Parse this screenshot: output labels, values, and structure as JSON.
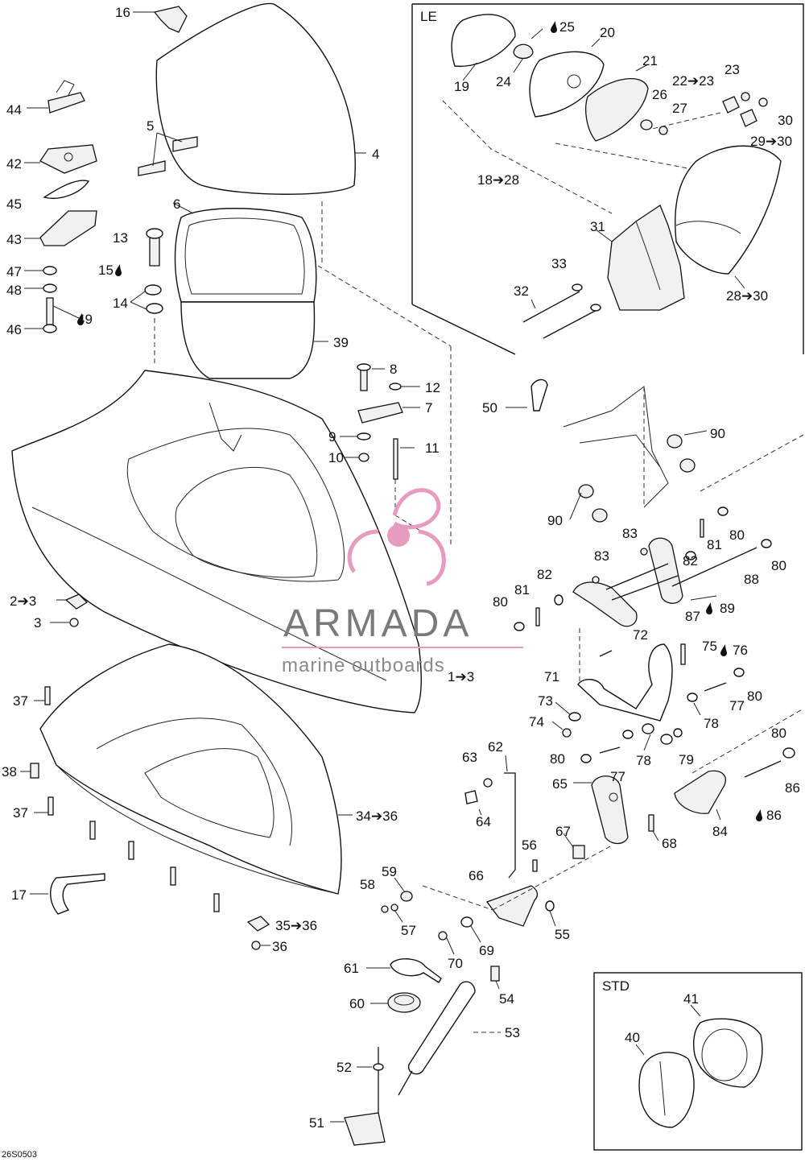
{
  "diagram": {
    "doc_code": "26S0503",
    "boxes": {
      "le": "LE",
      "std": "STD"
    },
    "watermark": {
      "brand": "ARMADA",
      "tagline": "marine outboards",
      "color": "#e79bbf"
    },
    "callouts": [
      {
        "id": "c16",
        "text": "16"
      },
      {
        "id": "c44",
        "text": "44"
      },
      {
        "id": "c42",
        "text": "42"
      },
      {
        "id": "c45",
        "text": "45"
      },
      {
        "id": "c43",
        "text": "43"
      },
      {
        "id": "c47",
        "text": "47"
      },
      {
        "id": "c48",
        "text": "48"
      },
      {
        "id": "c46",
        "text": "46"
      },
      {
        "id": "c49",
        "text": "49"
      },
      {
        "id": "c5",
        "text": "5"
      },
      {
        "id": "c4",
        "text": "4"
      },
      {
        "id": "c6",
        "text": "6"
      },
      {
        "id": "c13",
        "text": "13"
      },
      {
        "id": "c15",
        "text": "15"
      },
      {
        "id": "c14",
        "text": "14"
      },
      {
        "id": "c39",
        "text": "39"
      },
      {
        "id": "c8",
        "text": "8"
      },
      {
        "id": "c12",
        "text": "12"
      },
      {
        "id": "c7",
        "text": "7"
      },
      {
        "id": "c9",
        "text": "9"
      },
      {
        "id": "c10",
        "text": "10"
      },
      {
        "id": "c11",
        "text": "11"
      },
      {
        "id": "c2_3",
        "text": "2➔3"
      },
      {
        "id": "c3",
        "text": "3"
      },
      {
        "id": "c1_3",
        "text": "1➔3"
      },
      {
        "id": "c37a",
        "text": "37"
      },
      {
        "id": "c38",
        "text": "38"
      },
      {
        "id": "c37b",
        "text": "37"
      },
      {
        "id": "c34_36",
        "text": "34➔36"
      },
      {
        "id": "c17",
        "text": "17"
      },
      {
        "id": "c35_36",
        "text": "35➔36"
      },
      {
        "id": "c36",
        "text": "36"
      },
      {
        "id": "c25",
        "text": "25"
      },
      {
        "id": "c20",
        "text": "20"
      },
      {
        "id": "c19",
        "text": "19"
      },
      {
        "id": "c24",
        "text": "24"
      },
      {
        "id": "c21",
        "text": "21"
      },
      {
        "id": "c22_23",
        "text": "22➔23"
      },
      {
        "id": "c23",
        "text": "23"
      },
      {
        "id": "c26",
        "text": "26"
      },
      {
        "id": "c27",
        "text": "27"
      },
      {
        "id": "c30",
        "text": "30"
      },
      {
        "id": "c29_30",
        "text": "29➔30"
      },
      {
        "id": "c18_28",
        "text": "18➔28"
      },
      {
        "id": "c31",
        "text": "31"
      },
      {
        "id": "c33",
        "text": "33"
      },
      {
        "id": "c32",
        "text": "32"
      },
      {
        "id": "c28_30",
        "text": "28➔30"
      },
      {
        "id": "c50",
        "text": "50"
      },
      {
        "id": "c90a",
        "text": "90"
      },
      {
        "id": "c90b",
        "text": "90"
      },
      {
        "id": "c83a",
        "text": "83"
      },
      {
        "id": "c81a",
        "text": "81"
      },
      {
        "id": "c80a",
        "text": "80"
      },
      {
        "id": "c80b",
        "text": "80"
      },
      {
        "id": "c83b",
        "text": "83"
      },
      {
        "id": "c82a",
        "text": "82"
      },
      {
        "id": "c88",
        "text": "88"
      },
      {
        "id": "c82b",
        "text": "82"
      },
      {
        "id": "c81b",
        "text": "81"
      },
      {
        "id": "c80c",
        "text": "80"
      },
      {
        "id": "c87",
        "text": "87"
      },
      {
        "id": "c89",
        "text": "89"
      },
      {
        "id": "c72",
        "text": "72"
      },
      {
        "id": "c75",
        "text": "75"
      },
      {
        "id": "c76",
        "text": "76"
      },
      {
        "id": "c71",
        "text": "71"
      },
      {
        "id": "c73",
        "text": "73"
      },
      {
        "id": "c74",
        "text": "74"
      },
      {
        "id": "c80d",
        "text": "80"
      },
      {
        "id": "c77a",
        "text": "77"
      },
      {
        "id": "c78a",
        "text": "78"
      },
      {
        "id": "c79",
        "text": "79"
      },
      {
        "id": "c80e",
        "text": "80"
      },
      {
        "id": "c77b",
        "text": "77"
      },
      {
        "id": "c78b",
        "text": "78"
      },
      {
        "id": "c80f",
        "text": "80"
      },
      {
        "id": "c86a",
        "text": "86"
      },
      {
        "id": "c86b",
        "text": "86"
      },
      {
        "id": "c84",
        "text": "84"
      },
      {
        "id": "c63",
        "text": "63"
      },
      {
        "id": "c62",
        "text": "62"
      },
      {
        "id": "c65",
        "text": "65"
      },
      {
        "id": "c64",
        "text": "64"
      },
      {
        "id": "c67",
        "text": "67"
      },
      {
        "id": "c68",
        "text": "68"
      },
      {
        "id": "c56",
        "text": "56"
      },
      {
        "id": "c59",
        "text": "59"
      },
      {
        "id": "c66",
        "text": "66"
      },
      {
        "id": "c58",
        "text": "58"
      },
      {
        "id": "c57",
        "text": "57"
      },
      {
        "id": "c55",
        "text": "55"
      },
      {
        "id": "c69",
        "text": "69"
      },
      {
        "id": "c70",
        "text": "70"
      },
      {
        "id": "c61",
        "text": "61"
      },
      {
        "id": "c54",
        "text": "54"
      },
      {
        "id": "c60",
        "text": "60"
      },
      {
        "id": "c53",
        "text": "53"
      },
      {
        "id": "c52",
        "text": "52"
      },
      {
        "id": "c51",
        "text": "51"
      },
      {
        "id": "c41",
        "text": "41"
      },
      {
        "id": "c40",
        "text": "40"
      }
    ]
  }
}
